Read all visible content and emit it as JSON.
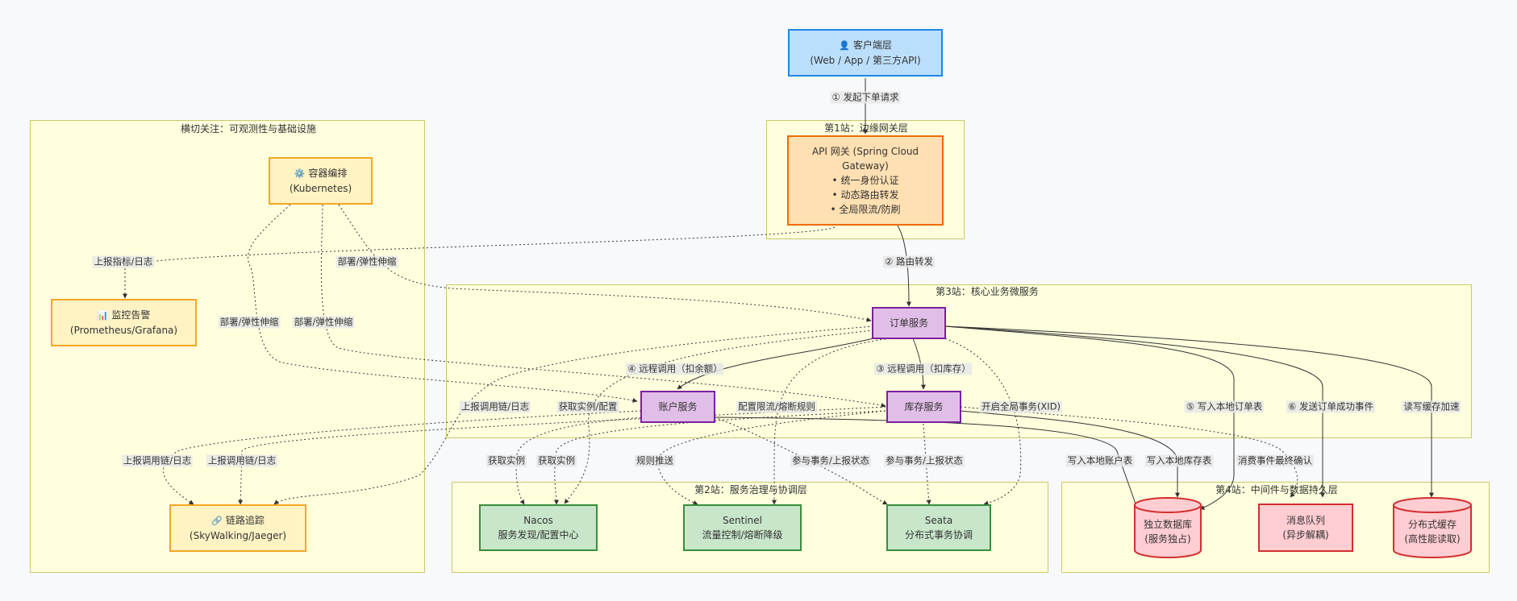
{
  "clusters": {
    "edge": "第1站：边缘网关层",
    "core": "第3站：核心业务微服务",
    "governance": "第2站：服务治理与协调层",
    "middleware": "第4站：中间件与数据持久层",
    "crosscut": "横切关注：可观测性与基础设施"
  },
  "nodes": {
    "client": {
      "icon": "👤",
      "line1": "客户端层",
      "line2": "(Web / App / 第三方API)"
    },
    "gateway": {
      "line1": "API 网关 (Spring Cloud",
      "line2": "Gateway)",
      "b1": "• 统一身份认证",
      "b2": "• 动态路由转发",
      "b3": "• 全局限流/防刷"
    },
    "order": {
      "line1": "订单服务"
    },
    "account": {
      "line1": "账户服务"
    },
    "inventory": {
      "line1": "库存服务"
    },
    "nacos": {
      "line1": "Nacos",
      "line2": "服务发现/配置中心"
    },
    "sentinel": {
      "line1": "Sentinel",
      "line2": "流量控制/熔断降级"
    },
    "seata": {
      "line1": "Seata",
      "line2": "分布式事务协调"
    },
    "db": {
      "line1": "独立数据库",
      "line2": "(服务独占)"
    },
    "mq": {
      "line1": "消息队列",
      "line2": "(异步解耦)"
    },
    "cache": {
      "line1": "分布式缓存",
      "line2": "(高性能读取)"
    },
    "k8s": {
      "icon": "⚙️",
      "line1": "容器编排",
      "line2": "(Kubernetes)"
    },
    "monitor": {
      "icon": "📊",
      "line1": "监控告警",
      "line2": "(Prometheus/Grafana)"
    },
    "trace": {
      "icon": "🔗",
      "line1": "链路追踪",
      "line2": "(SkyWalking/Jaeger)"
    }
  },
  "edges": {
    "e1": "① 发起下单请求",
    "e2": "② 路由转发",
    "e3": "③ 远程调用（扣库存）",
    "e4": "④ 远程调用（扣余额）",
    "e5": "⑤ 写入本地订单表",
    "e6": "⑥ 发送订单成功事件",
    "cache": "读写缓存加速",
    "xid": "开启全局事务(XID)",
    "sentinelRules": "配置限流/熔断规则",
    "orderNacos": "获取实例/配置",
    "orderTrace": "上报调用链/日志",
    "accDb": "写入本地账户表",
    "invDb": "写入本地库存表",
    "mqConsume": "消费事件最终确认",
    "accNacos": "获取实例",
    "invNacos": "获取实例",
    "rulePush": "规则推送",
    "accSeata": "参与事务/上报状态",
    "invSeata": "参与事务/上报状态",
    "accTrace": "上报调用链/日志",
    "invTrace": "上报调用链/日志",
    "gwMonitor": "上报指标/日志",
    "k8sOrder": "部署/弹性伸缩",
    "k8sAccount": "部署/弹性伸缩",
    "k8sInventory": "部署/弹性伸缩"
  },
  "colors": {
    "cluster_fill": "#ffffde",
    "cluster_border": "#c9c96a",
    "client": "#1e88e5",
    "gateway": "#ef6c00",
    "service": "#7b1fa2",
    "governance": "#388e3c",
    "infra": "#f5a623",
    "data": "#d32f2f"
  }
}
